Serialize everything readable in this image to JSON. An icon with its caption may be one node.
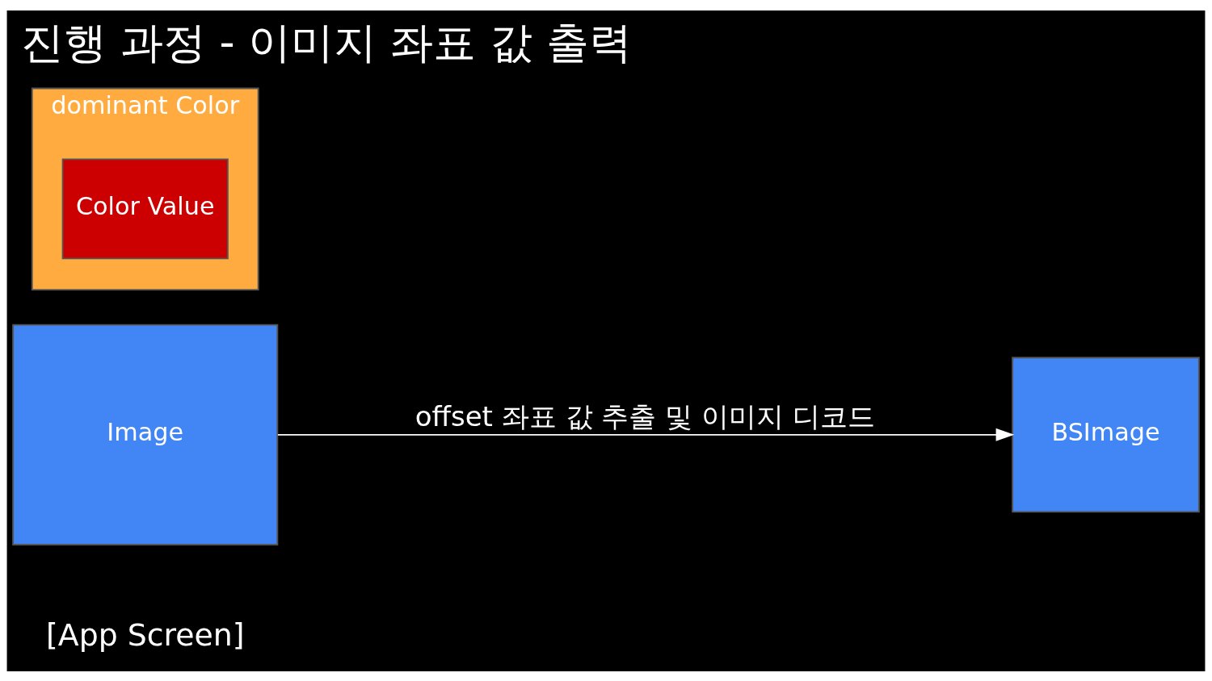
{
  "diagram": {
    "title": "진행 과정 - 이미지 좌표 값 출력",
    "nodes": [
      {
        "text": [
          "Image"
        ]
      },
      {
        "text": [
          "dominant Color"
        ]
      },
      {
        "text": [
          "Color Value"
        ],
        "in": 1
      },
      {
        "text": [
          "BSImage"
        ]
      }
    ],
    "edges": [
      {
        "from": 0,
        "to": 3,
        "arrow": "to",
        "label": "offset 좌표 값 추출 및 이미지 디코드"
      }
    ],
    "labels": [
      "[App Screen]"
    ]
  }
}
